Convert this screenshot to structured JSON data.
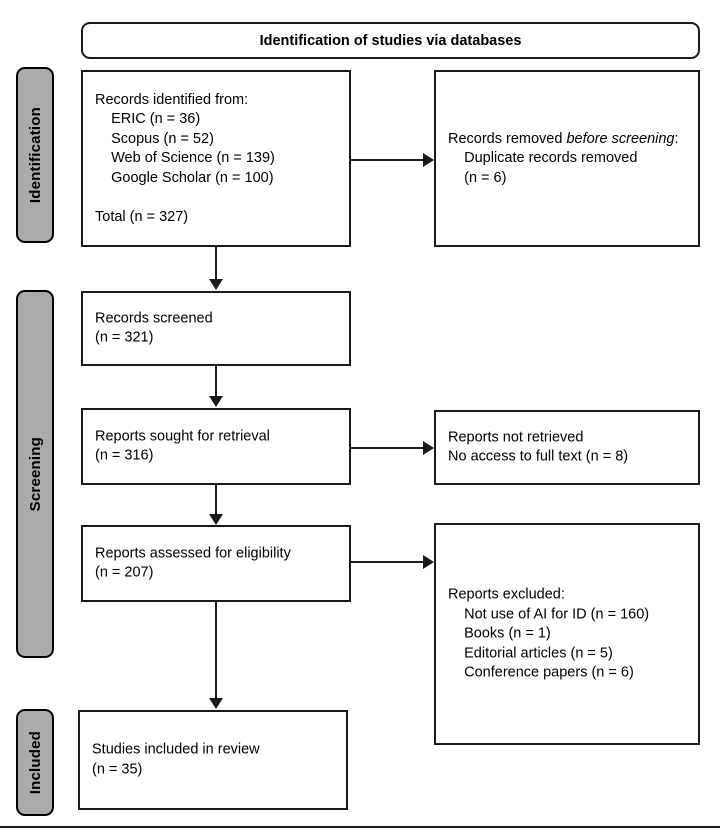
{
  "diagram": {
    "type": "prisma-flow-diagram",
    "header": {
      "title": "Identification of studies via databases"
    },
    "stages": [
      {
        "id": "identification",
        "label": "Identification"
      },
      {
        "id": "screening",
        "label": "Screening"
      },
      {
        "id": "included",
        "label": "Included"
      }
    ],
    "boxes": {
      "records_identified": {
        "title": "Records identified from:",
        "sources": [
          {
            "name": "ERIC",
            "n": 36,
            "line": "    ERIC (n = 36)"
          },
          {
            "name": "Scopus",
            "n": 52,
            "line": "    Scopus (n = 52)"
          },
          {
            "name": "Web of Science",
            "n": 139,
            "line": "    Web of Science (n = 139)"
          },
          {
            "name": "Google Scholar",
            "n": 100,
            "line": "    Google Scholar (n = 100)"
          }
        ],
        "total_line": "Total (n = 327)",
        "total_n": 327,
        "text": "Records identified from:\n    ERIC (n = 36)\n    Scopus (n = 52)\n    Web of Science (n = 139)\n    Google Scholar (n = 100)\n\nTotal (n = 327)"
      },
      "records_removed": {
        "lead_plain": "Records removed ",
        "lead_italic": "before screening",
        "lead_colon": ":",
        "detail": "\n    Duplicate records removed\n    (n = 6)",
        "duplicate_n": 6
      },
      "records_screened": {
        "text": "Records screened\n(n = 321)",
        "n": 321
      },
      "reports_sought": {
        "text": "Reports sought for retrieval\n(n = 316)",
        "n": 316
      },
      "reports_not_retrieved": {
        "text": "Reports not retrieved\nNo access to full text (n = 8)",
        "n": 8
      },
      "reports_assessed": {
        "text": "Reports assessed for eligibility\n(n = 207)",
        "n": 207
      },
      "reports_excluded": {
        "title": "Reports excluded:",
        "reasons": [
          {
            "label": "Not use of AI for ID",
            "n": 160
          },
          {
            "label": "Books",
            "n": 1
          },
          {
            "label": "Editorial articles",
            "n": 5
          },
          {
            "label": "Conference papers",
            "n": 6
          }
        ],
        "text": "Reports excluded:\n    Not use of AI for ID (n = 160)\n    Books (n = 1)\n    Editorial articles (n = 5)\n    Conference papers (n = 6)"
      },
      "studies_included": {
        "text": "Studies included in review\n(n = 35)",
        "n": 35
      }
    },
    "colors": {
      "stage_fill": "#ABABAB",
      "stroke": "#1a1a1a",
      "box_fill": "#ffffff",
      "text": "#000000"
    }
  }
}
